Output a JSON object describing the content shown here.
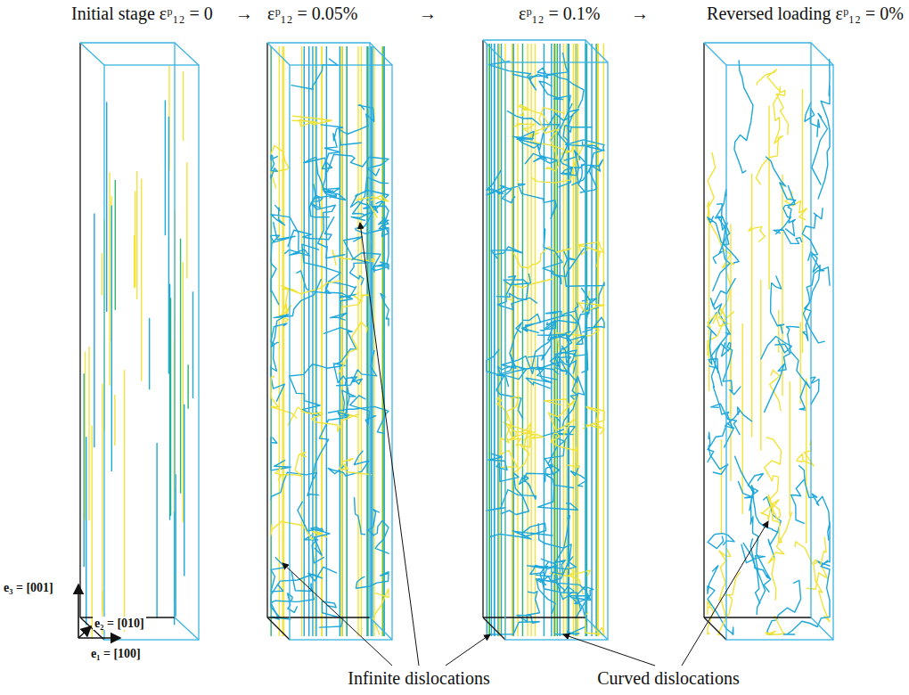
{
  "diagram": {
    "labels": [
      "Initial stage εᵖ₁₂ = 0",
      "→",
      "εᵖ₁₂ = 0.05%",
      "→",
      "εᵖ₁₂ = 0.1%",
      "→",
      "Reversed loading εᵖ₁₂ = 0%",
      "e₃ = [001]",
      "e₂ = [010]",
      "e₁ = [100]",
      "Infinite dislocations",
      "Curved dislocations"
    ]
  }
}
